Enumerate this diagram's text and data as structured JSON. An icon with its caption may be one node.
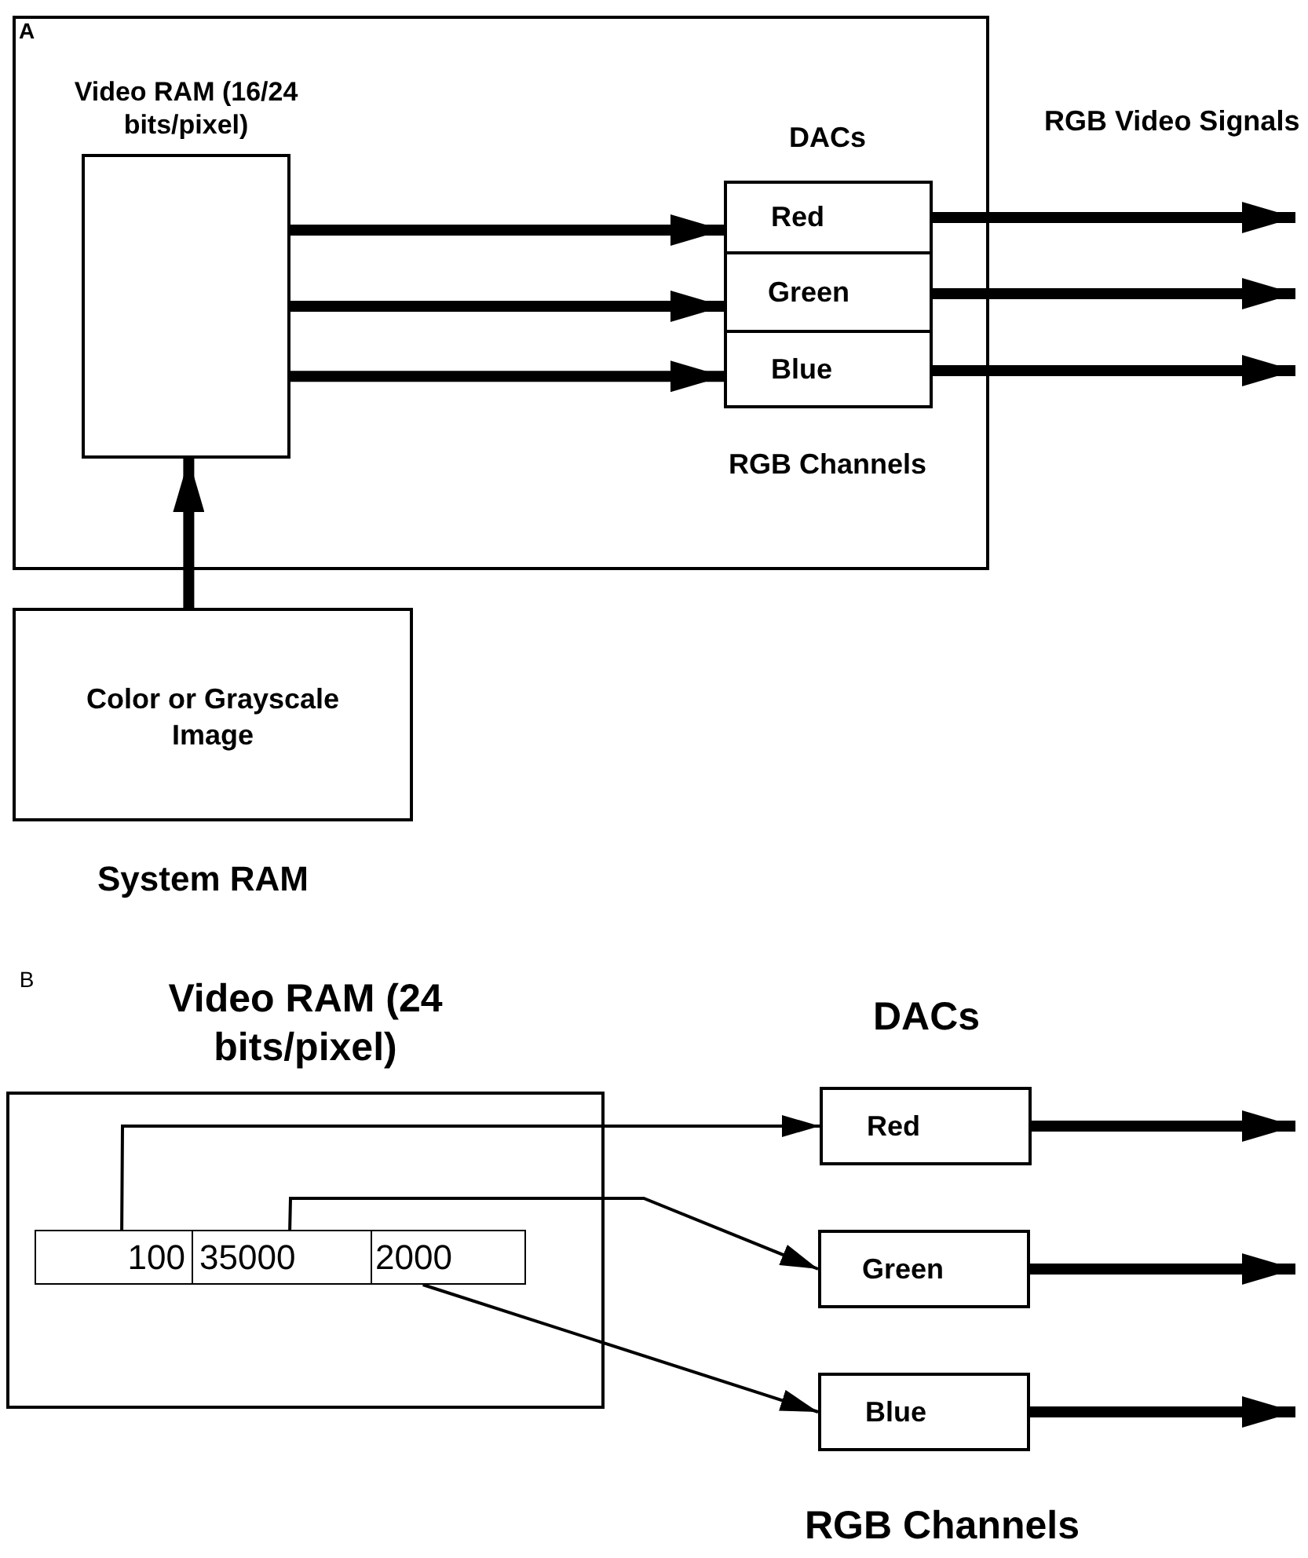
{
  "diagram": {
    "nodes": [
      {
        "text": [],
        "shape": "box"
      },
      {
        "text": [
          "Video RAM (16/24 bits/pixel)"
        ],
        "in": 0
      },
      {
        "text": [
          "Red"
        ],
        "in": 0
      },
      {
        "text": [
          "Green"
        ],
        "in": 0
      },
      {
        "text": [
          "Blue"
        ],
        "in": 0
      },
      {
        "text": [
          "Color or Grayscale Image"
        ],
        "beside": [
          "System RAM"
        ]
      },
      {
        "text": [
          "Video RAM (24 bits/pixel)"
        ]
      },
      {
        "text": [
          "100"
        ],
        "in": 6
      },
      {
        "text": [
          "35000"
        ],
        "in": 6
      },
      {
        "text": [
          "2000"
        ],
        "in": 6
      },
      {
        "text": [
          "Red"
        ]
      },
      {
        "text": [
          "Green"
        ]
      },
      {
        "text": [
          "Blue"
        ]
      }
    ],
    "edges": [
      {
        "from": 1,
        "to": 2,
        "arrow": "to"
      },
      {
        "from": 1,
        "to": 3,
        "arrow": "to"
      },
      {
        "from": 1,
        "to": 4,
        "arrow": "to"
      },
      {
        "from": 2,
        "to": null,
        "arrow": "to"
      },
      {
        "from": 3,
        "to": null,
        "arrow": "to"
      },
      {
        "from": 4,
        "to": null,
        "arrow": "to"
      },
      {
        "from": 5,
        "to": 1,
        "arrow": "to"
      },
      {
        "from": 7,
        "to": 10,
        "arrow": "to"
      },
      {
        "from": 8,
        "to": 11,
        "arrow": "to"
      },
      {
        "from": 9,
        "to": 12,
        "arrow": "to"
      },
      {
        "from": 10,
        "to": null,
        "arrow": "to"
      },
      {
        "from": 11,
        "to": null,
        "arrow": "to"
      },
      {
        "from": 12,
        "to": null,
        "arrow": "to"
      }
    ],
    "labels": [
      "A",
      "DACs",
      "RGB Video Signals",
      "RGB Channels",
      "B",
      "DACs",
      "RGB Channels"
    ]
  }
}
